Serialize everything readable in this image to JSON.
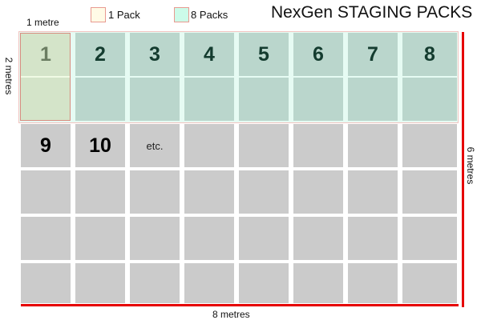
{
  "title": "NexGen STAGING PACKS",
  "legend": [
    {
      "label": "1 Pack",
      "color": "#fffbe6",
      "border": "#e89a90"
    },
    {
      "label": "8 Packs",
      "color": "#ccfbe9",
      "border": "#e89a90"
    }
  ],
  "dimensions": {
    "cell_width": "1 metre",
    "cell_height": "2 metres",
    "total_width": "8 metres",
    "total_height": "6 metres"
  },
  "grid": {
    "columns": 8,
    "rows": 6,
    "top_band_labels": [
      "1",
      "2",
      "3",
      "4",
      "5",
      "6",
      "7",
      "8"
    ],
    "next_row_labels": [
      "9",
      "10",
      "etc."
    ]
  },
  "colors": {
    "pack_1": "#d4e4c9",
    "pack_8": "#bad6cc",
    "empty": "#cbcbcb",
    "dimension_line": "#e60000"
  }
}
